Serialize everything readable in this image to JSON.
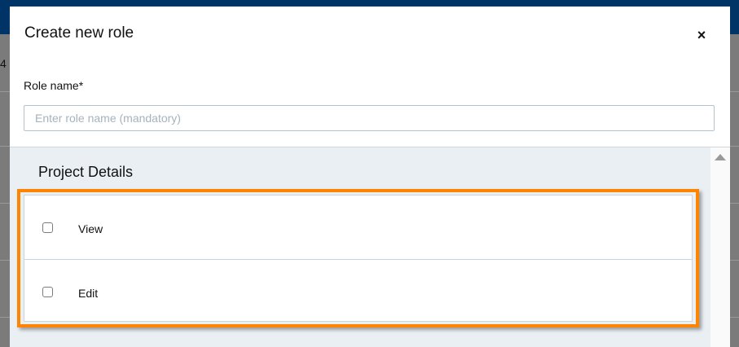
{
  "background": {
    "partial_cell_text": "4"
  },
  "modal": {
    "title": "Create new role",
    "close_label": "×",
    "role_name": {
      "label": "Role name*",
      "value": "",
      "placeholder": "Enter role name (mandatory)"
    },
    "section": {
      "title": "Project Details",
      "permissions": [
        {
          "label": "View",
          "checked": false
        },
        {
          "label": "Edit",
          "checked": false
        }
      ]
    }
  },
  "colors": {
    "header_navy": "#003466",
    "highlight_orange": "#ff8500",
    "section_bg": "#eaeff3"
  }
}
